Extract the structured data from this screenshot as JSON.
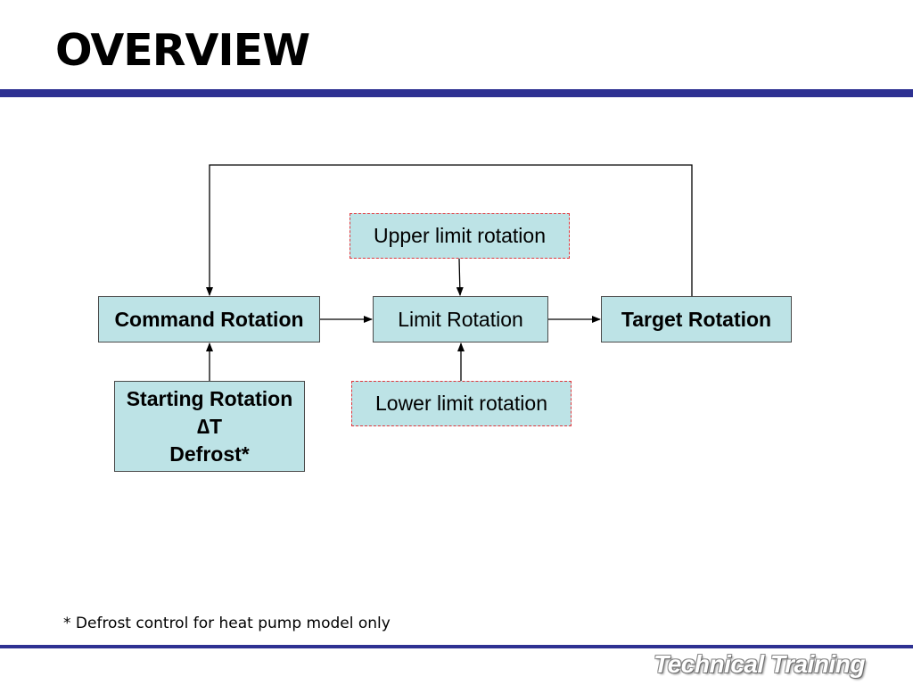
{
  "slide": {
    "title": "OVERVIEW",
    "footnote": "* Defrost control for heat pump model only",
    "brand": "Technical Training",
    "colors": {
      "rule": "#2E3192",
      "box_fill": "#BDE3E6",
      "limit_border": "#E0363C"
    }
  },
  "diagram": {
    "nodes": {
      "command": "Command Rotation",
      "limit": "Limit Rotation",
      "target": "Target Rotation",
      "upper": "Upper limit rotation",
      "lower": "Lower limit rotation",
      "inputs": [
        "Starting Rotation",
        "∆T",
        "Defrost*"
      ]
    },
    "edges": [
      {
        "from": "command",
        "to": "limit"
      },
      {
        "from": "limit",
        "to": "target"
      },
      {
        "from": "upper",
        "to": "limit"
      },
      {
        "from": "lower",
        "to": "limit"
      },
      {
        "from": "inputs",
        "to": "command"
      },
      {
        "from": "target",
        "to": "command"
      }
    ]
  }
}
